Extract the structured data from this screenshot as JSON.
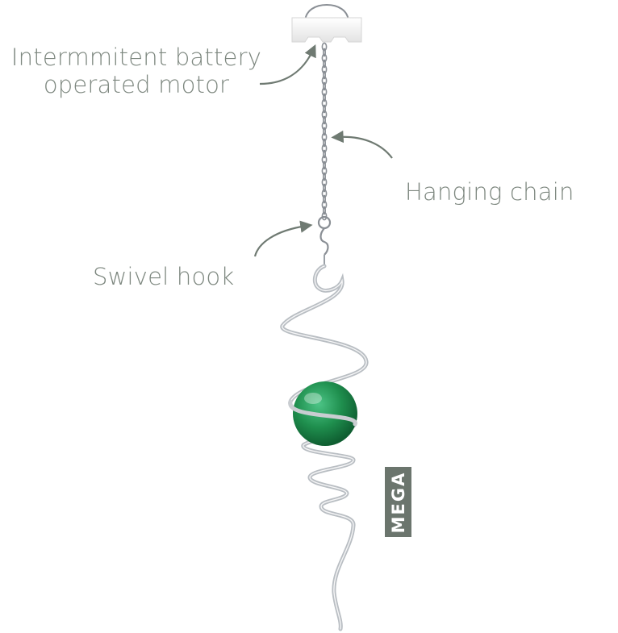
{
  "labels": {
    "motor": [
      "Intermmitent battery",
      "operated motor"
    ],
    "chain": "Hanging chain",
    "hook": "Swivel hook"
  },
  "badge": {
    "text": "MEGA"
  },
  "colors": {
    "label_text": "#7d877f",
    "arrow": "#6f7a72",
    "badge_bg": "#6b756d",
    "badge_text": "#ffffff",
    "ball": "#1f8f4e",
    "chain": "#8a8f95",
    "spiral": "#c4c8cc",
    "motor": "#f2f2f2"
  }
}
